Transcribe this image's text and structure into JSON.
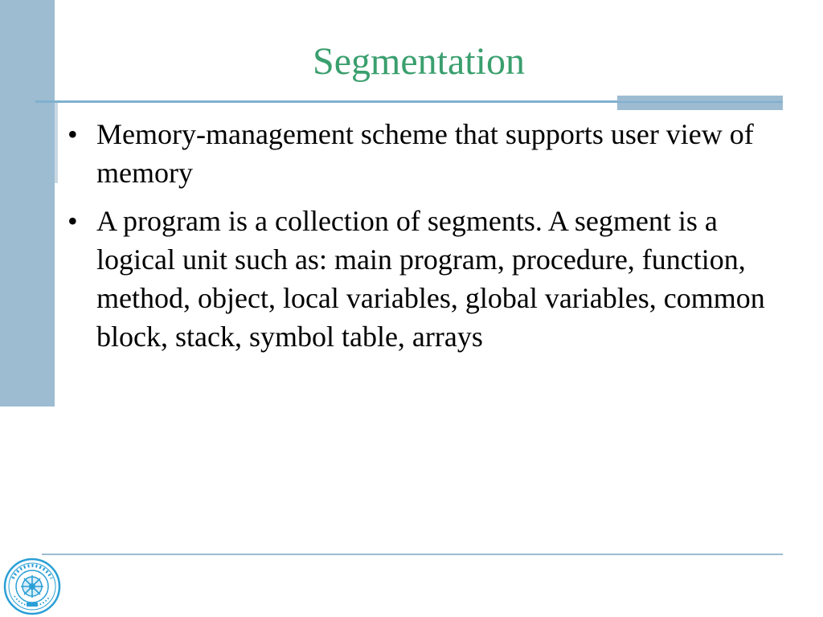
{
  "slide": {
    "title": "Segmentation",
    "bullets": [
      "Memory-management scheme that supports user view of memory",
      "A program is a collection of segments.  A segment is a logical unit such as:  main program, procedure, function, method, object, local variables, global variables, common block, stack, symbol table, arrays"
    ],
    "bullet_glyph": "•"
  },
  "colors": {
    "title": "#3a9f6e",
    "accent_bar": "#9dbcd1",
    "rule": "#7fb0cf",
    "logo": "#2a9fd6"
  },
  "logo": {
    "icon": "university-seal-icon"
  }
}
